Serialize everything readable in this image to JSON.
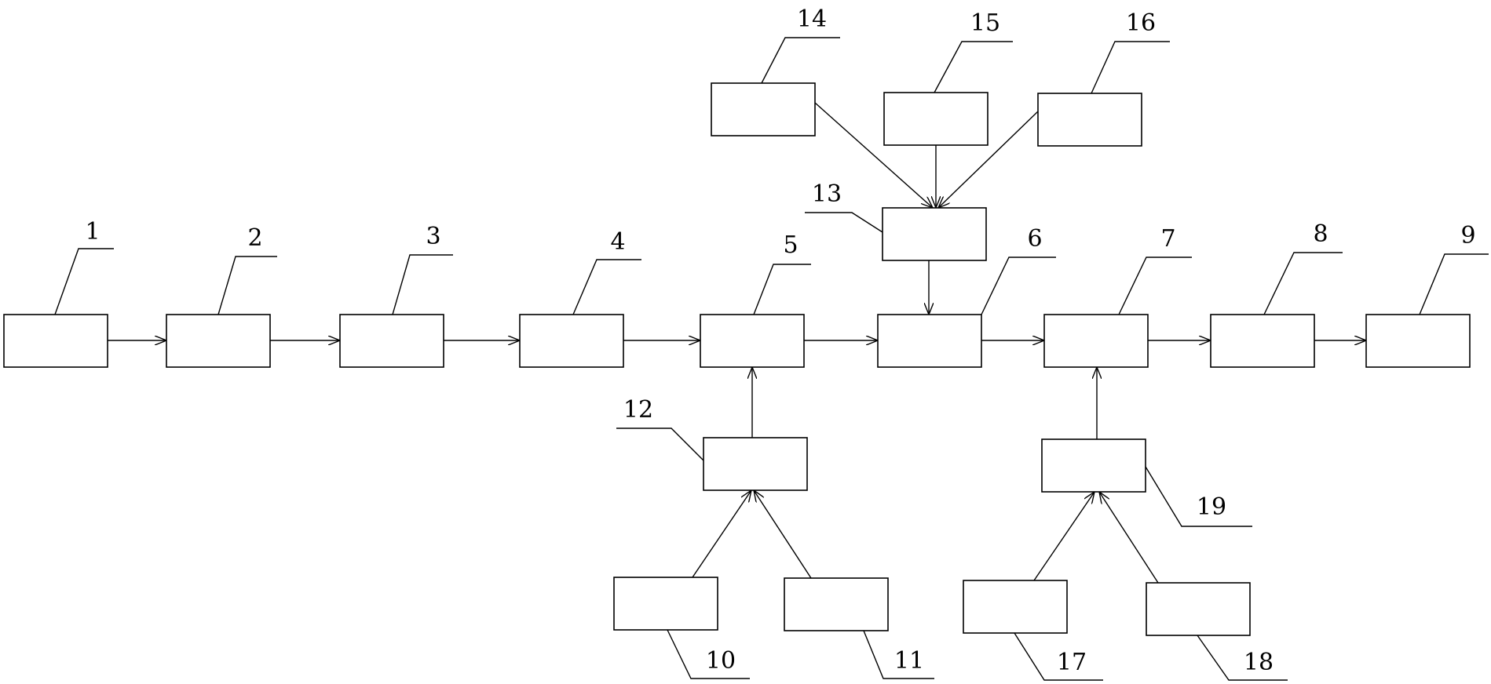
{
  "diagram": {
    "type": "block-flow",
    "colors": {
      "stroke": "#000000",
      "background": "#ffffff"
    },
    "blocks": [
      {
        "id": "b1",
        "label": "1"
      },
      {
        "id": "b2",
        "label": "2"
      },
      {
        "id": "b3",
        "label": "3"
      },
      {
        "id": "b4",
        "label": "4"
      },
      {
        "id": "b5",
        "label": "5"
      },
      {
        "id": "b6",
        "label": "6"
      },
      {
        "id": "b7",
        "label": "7"
      },
      {
        "id": "b8",
        "label": "8"
      },
      {
        "id": "b9",
        "label": "9"
      },
      {
        "id": "b10",
        "label": "10"
      },
      {
        "id": "b11",
        "label": "11"
      },
      {
        "id": "b12",
        "label": "12"
      },
      {
        "id": "b13",
        "label": "13"
      },
      {
        "id": "b14",
        "label": "14"
      },
      {
        "id": "b15",
        "label": "15"
      },
      {
        "id": "b16",
        "label": "16"
      },
      {
        "id": "b17",
        "label": "17"
      },
      {
        "id": "b18",
        "label": "18"
      },
      {
        "id": "b19",
        "label": "19"
      }
    ],
    "connections": [
      {
        "from": "b1",
        "to": "b2"
      },
      {
        "from": "b2",
        "to": "b3"
      },
      {
        "from": "b3",
        "to": "b4"
      },
      {
        "from": "b4",
        "to": "b5"
      },
      {
        "from": "b5",
        "to": "b6"
      },
      {
        "from": "b6",
        "to": "b7"
      },
      {
        "from": "b7",
        "to": "b8"
      },
      {
        "from": "b8",
        "to": "b9"
      },
      {
        "from": "b12",
        "to": "b5"
      },
      {
        "from": "b10",
        "to": "b12"
      },
      {
        "from": "b11",
        "to": "b12"
      },
      {
        "from": "b13",
        "to": "b6"
      },
      {
        "from": "b14",
        "to": "b13"
      },
      {
        "from": "b15",
        "to": "b13"
      },
      {
        "from": "b16",
        "to": "b13"
      },
      {
        "from": "b19",
        "to": "b7"
      },
      {
        "from": "b17",
        "to": "b19"
      },
      {
        "from": "b18",
        "to": "b19"
      }
    ]
  }
}
